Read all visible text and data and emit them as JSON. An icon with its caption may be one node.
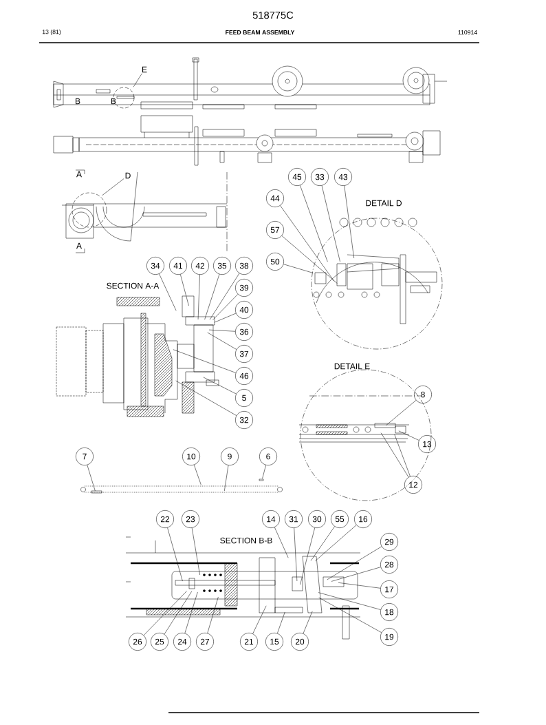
{
  "diagram": {
    "title": "FEED BEAM ASSEMBLY",
    "nodes": [
      {
        "text": [
          "E"
        ],
        "in": 46
      },
      {
        "text": [
          "D"
        ],
        "in": 47
      },
      {
        "text": [
          "45"
        ]
      },
      {
        "text": [
          "33"
        ]
      },
      {
        "text": [
          "43"
        ]
      },
      {
        "text": [
          "44"
        ]
      },
      {
        "text": [
          "57"
        ]
      },
      {
        "text": [
          "50"
        ]
      },
      {
        "text": [
          "34"
        ]
      },
      {
        "text": [
          "41"
        ]
      },
      {
        "text": [
          "42"
        ]
      },
      {
        "text": [
          "35"
        ]
      },
      {
        "text": [
          "38"
        ]
      },
      {
        "text": [
          "39"
        ]
      },
      {
        "text": [
          "40"
        ]
      },
      {
        "text": [
          "36"
        ]
      },
      {
        "text": [
          "37"
        ]
      },
      {
        "text": [
          "46"
        ]
      },
      {
        "text": [
          "5"
        ]
      },
      {
        "text": [
          "32"
        ]
      },
      {
        "text": [
          "8"
        ]
      },
      {
        "text": [
          "13"
        ]
      },
      {
        "text": [
          "7"
        ]
      },
      {
        "text": [
          "10"
        ]
      },
      {
        "text": [
          "9"
        ]
      },
      {
        "text": [
          "6"
        ]
      },
      {
        "text": [
          "12"
        ]
      },
      {
        "text": [
          "22"
        ]
      },
      {
        "text": [
          "23"
        ]
      },
      {
        "text": [
          "14"
        ]
      },
      {
        "text": [
          "31"
        ]
      },
      {
        "text": [
          "30"
        ]
      },
      {
        "text": [
          "55"
        ]
      },
      {
        "text": [
          "16"
        ]
      },
      {
        "text": [
          "29"
        ]
      },
      {
        "text": [
          "28"
        ]
      },
      {
        "text": [
          "17"
        ]
      },
      {
        "text": [
          "18"
        ]
      },
      {
        "text": [
          "19"
        ]
      },
      {
        "text": [
          "26"
        ]
      },
      {
        "text": [
          "25"
        ]
      },
      {
        "text": [
          "24"
        ]
      },
      {
        "text": [
          "27"
        ]
      },
      {
        "text": [
          "21"
        ]
      },
      {
        "text": [
          "15"
        ]
      },
      {
        "text": [
          "20"
        ]
      },
      {
        "text": [],
        "shape": "picture"
      },
      {
        "text": [],
        "shape": "picture"
      },
      {
        "text": [],
        "shape": "picture"
      },
      {
        "text": [],
        "shape": "picture"
      },
      {
        "text": [],
        "shape": "picture"
      },
      {
        "text": [],
        "shape": "picture"
      },
      {
        "text": [],
        "shape": "picture"
      }
    ],
    "edges": [
      {
        "from": 0,
        "to": 46,
        "arrow": "none"
      },
      {
        "from": 1,
        "to": 47,
        "arrow": "none"
      },
      {
        "from": 2,
        "to": 48,
        "arrow": "none"
      },
      {
        "from": 3,
        "to": 48,
        "arrow": "none"
      },
      {
        "from": 4,
        "to": 48,
        "arrow": "none"
      },
      {
        "from": 5,
        "to": 48,
        "arrow": "none"
      },
      {
        "from": 6,
        "to": 48,
        "arrow": "none"
      },
      {
        "from": 7,
        "to": 48,
        "arrow": "none"
      },
      {
        "from": 8,
        "to": 49,
        "arrow": "none"
      },
      {
        "from": 9,
        "to": 49,
        "arrow": "none"
      },
      {
        "from": 10,
        "to": 49,
        "arrow": "none"
      },
      {
        "from": 11,
        "to": 49,
        "arrow": "none"
      },
      {
        "from": 12,
        "to": 49,
        "arrow": "none"
      },
      {
        "from": 13,
        "to": 49,
        "arrow": "none"
      },
      {
        "from": 14,
        "to": 49,
        "arrow": "none"
      },
      {
        "from": 15,
        "to": 49,
        "arrow": "none"
      },
      {
        "from": 16,
        "to": 49,
        "arrow": "none"
      },
      {
        "from": 17,
        "to": 49,
        "arrow": "none"
      },
      {
        "from": 18,
        "to": 49,
        "arrow": "none"
      },
      {
        "from": 19,
        "to": 49,
        "arrow": "none"
      },
      {
        "from": 20,
        "to": 50,
        "arrow": "none"
      },
      {
        "from": 21,
        "to": 50,
        "arrow": "none"
      },
      {
        "from": 22,
        "to": 51,
        "arrow": "none"
      },
      {
        "from": 23,
        "to": 51,
        "arrow": "none"
      },
      {
        "from": 24,
        "to": 51,
        "arrow": "none"
      },
      {
        "from": 25,
        "to": 51,
        "arrow": "none"
      },
      {
        "from": 26,
        "to": 50,
        "arrow": "none"
      },
      {
        "from": 26,
        "to": 50,
        "arrow": "none"
      },
      {
        "from": 27,
        "to": 52,
        "arrow": "none"
      },
      {
        "from": 28,
        "to": 52,
        "arrow": "none"
      },
      {
        "from": 29,
        "to": 52,
        "arrow": "none"
      },
      {
        "from": 30,
        "to": 52,
        "arrow": "none"
      },
      {
        "from": 31,
        "to": 52,
        "arrow": "none"
      },
      {
        "from": 32,
        "to": 52,
        "arrow": "none"
      },
      {
        "from": 33,
        "to": 52,
        "arrow": "none"
      },
      {
        "from": 34,
        "to": 52,
        "arrow": "none"
      },
      {
        "from": 35,
        "to": 52,
        "arrow": "none"
      },
      {
        "from": 36,
        "to": 52,
        "arrow": "none"
      },
      {
        "from": 37,
        "to": 52,
        "arrow": "none"
      },
      {
        "from": 38,
        "to": 52,
        "arrow": "none"
      },
      {
        "from": 39,
        "to": 52,
        "arrow": "none"
      },
      {
        "from": 40,
        "to": 52,
        "arrow": "none"
      },
      {
        "from": 41,
        "to": 52,
        "arrow": "none"
      },
      {
        "from": 42,
        "to": 52,
        "arrow": "none"
      },
      {
        "from": 43,
        "to": 52,
        "arrow": "none"
      },
      {
        "from": 44,
        "to": 52,
        "arrow": "none"
      },
      {
        "from": 45,
        "to": 52,
        "arrow": "none"
      }
    ],
    "labels": [
      "518775C",
      "13 (81)",
      "110914",
      "B",
      "B",
      "A",
      "A",
      "SECTION A-A",
      "DETAIL D",
      "DETAIL E",
      "SECTION B-B"
    ]
  }
}
